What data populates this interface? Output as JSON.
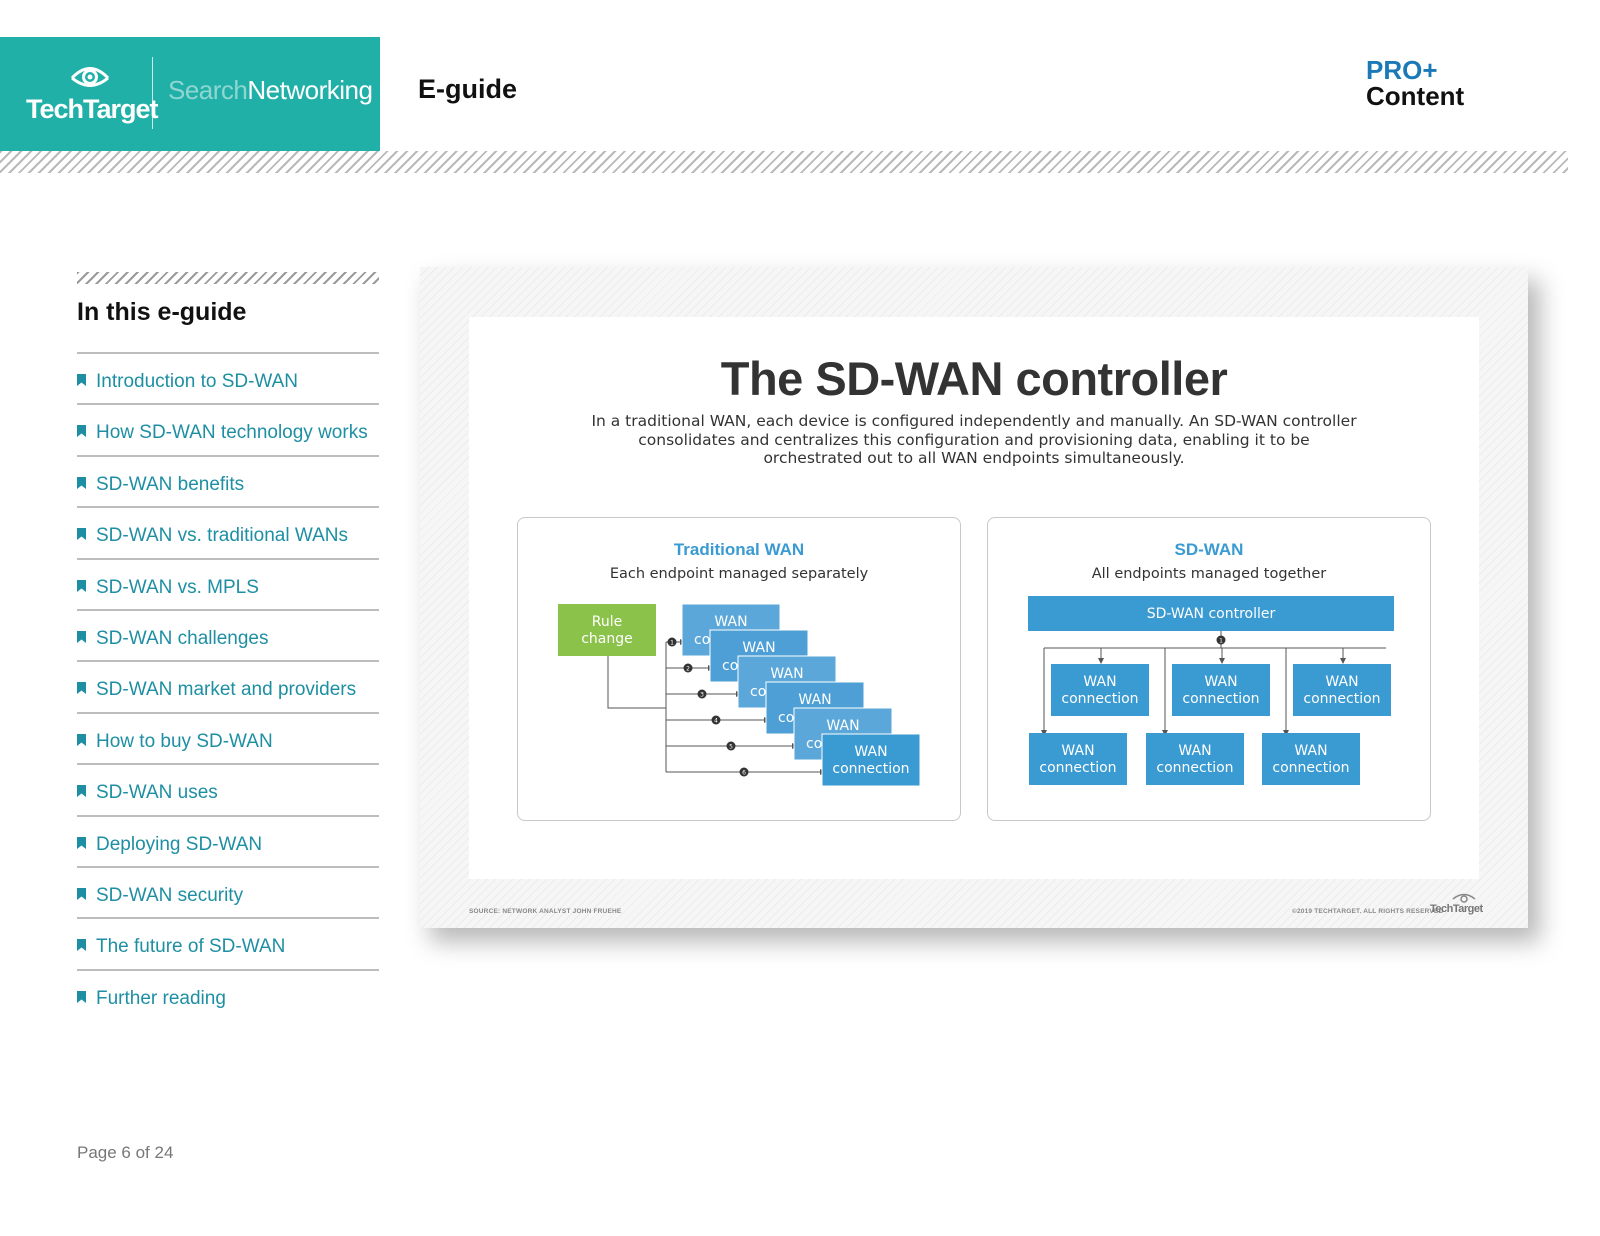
{
  "header": {
    "brand_techtarget": "TechTarget",
    "brand_search": "Search",
    "brand_networking": "Networking",
    "doc_type": "E-guide",
    "pro_line1": "PRO+",
    "pro_line2": "Content"
  },
  "sidebar": {
    "title": "In this e-guide",
    "items": [
      {
        "label": "Introduction to SD-WAN"
      },
      {
        "label": "How SD-WAN technology works"
      },
      {
        "label": "SD-WAN benefits"
      },
      {
        "label": "SD-WAN vs. traditional WANs"
      },
      {
        "label": "SD-WAN vs. MPLS"
      },
      {
        "label": "SD-WAN challenges"
      },
      {
        "label": "SD-WAN market and providers"
      },
      {
        "label": "How to buy SD-WAN"
      },
      {
        "label": "SD-WAN uses"
      },
      {
        "label": "Deploying SD-WAN"
      },
      {
        "label": "SD-WAN security"
      },
      {
        "label": "The future of SD-WAN"
      },
      {
        "label": "Further reading"
      }
    ]
  },
  "footer": {
    "page": "Page 6 of 24"
  },
  "figure": {
    "title": "The SD-WAN controller",
    "description": "In a traditional WAN, each device is configured independently and manually. An SD-WAN controller consolidates and centralizes this configuration and provisioning data, enabling it to be orchestrated out to all WAN endpoints simultaneously.",
    "left_panel": {
      "title": "Traditional WAN",
      "subtitle": "Each endpoint managed separately",
      "rule_line1": "Rule",
      "rule_line2": "change",
      "wan_word": "WAN",
      "conn_word": "connection",
      "conn_partial": "co",
      "steps": [
        "1",
        "2",
        "3",
        "4",
        "5",
        "6"
      ]
    },
    "right_panel": {
      "title": "SD-WAN",
      "subtitle": "All endpoints managed together",
      "controller": "SD-WAN controller",
      "step": "1",
      "wan_word": "WAN",
      "conn_word": "connection"
    },
    "source": "SOURCE: NETWORK ANALYST JOHN FRUEHE",
    "copyright": "©2019 TECHTARGET. ALL RIGHTS RESERVED",
    "logo": "TechTarget"
  },
  "colors": {
    "brand_teal": "#20b0a8",
    "link_teal": "#1e8fa3",
    "pro_blue": "#1b79b8",
    "wan_blue": "#3a9ad2",
    "rule_green": "#8bc34a"
  }
}
